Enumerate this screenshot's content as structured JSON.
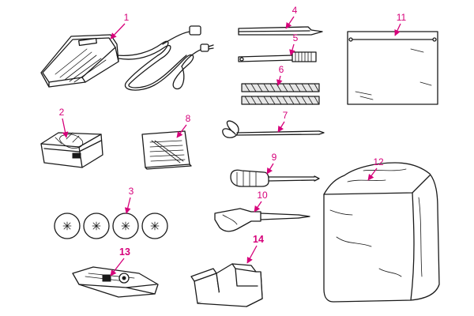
{
  "callouts": [
    {
      "id": "1",
      "label": "1",
      "part": "foot-controller"
    },
    {
      "id": "2",
      "label": "2",
      "part": "accessory-case"
    },
    {
      "id": "3",
      "label": "3",
      "part": "spool-caps"
    },
    {
      "id": "4",
      "label": "4",
      "part": "tweezers"
    },
    {
      "id": "5",
      "label": "5",
      "part": "cleaning-brush"
    },
    {
      "id": "6",
      "label": "6",
      "part": "thread-nets"
    },
    {
      "id": "7",
      "label": "7",
      "part": "needle-threader"
    },
    {
      "id": "8",
      "label": "8",
      "part": "needle-set"
    },
    {
      "id": "9",
      "label": "9",
      "part": "screwdriver"
    },
    {
      "id": "10",
      "label": "10",
      "part": "large-screwdriver"
    },
    {
      "id": "11",
      "label": "11",
      "part": "vinyl-bag"
    },
    {
      "id": "12",
      "label": "12",
      "part": "dust-cover"
    },
    {
      "id": "13",
      "label": "13",
      "part": "presser-foot"
    },
    {
      "id": "14",
      "label": "14",
      "part": "trim-trap"
    }
  ],
  "colors": {
    "callout": "#d6007a",
    "ink": "#1a1a1a",
    "paper": "#ffffff"
  }
}
